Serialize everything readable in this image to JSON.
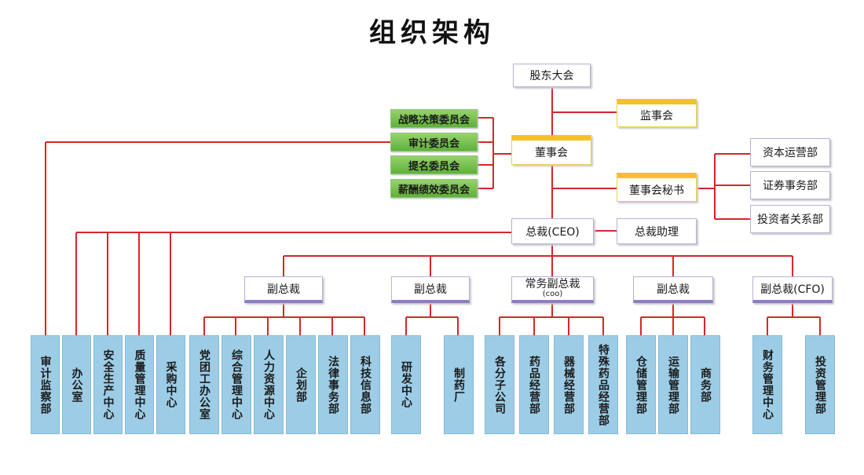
{
  "title": "组织架构",
  "top": {
    "shareholders": "股东大会",
    "supervisors": "监事会",
    "board": "董事会",
    "board_secretary": "董事会秘书",
    "ceo": "总裁(CEO)",
    "ceo_assistant": "总裁助理"
  },
  "committees": [
    "战略决策委员会",
    "审计委员会",
    "提名委员会",
    "薪酬绩效委员会"
  ],
  "secretary_depts": [
    "资本运营部",
    "证券事务部",
    "投资者关系部"
  ],
  "vps": {
    "vp1": "副总裁",
    "vp2": "副总裁",
    "coo": "常务副总裁",
    "coo_sub": "(coo)",
    "vp3": "副总裁",
    "cfo": "副总裁(CFO)"
  },
  "depts": {
    "ceo_direct": [
      "审计监察部",
      "办公室",
      "安全生产中心",
      "质量管理中心",
      "采购中心"
    ],
    "vp1": [
      "党团工办公室",
      "综合管理中心",
      "人力资源中心",
      "企划部",
      "法律事务部",
      "科技信息部"
    ],
    "vp2": [
      "研发中心",
      "制药厂"
    ],
    "coo": [
      "各分子公司",
      "药品经营部",
      "器械经营部",
      "特殊药品经营部"
    ],
    "vp3": [
      "仓储管理部",
      "运输管理部",
      "商务部"
    ],
    "cfo": [
      "财务管理中心",
      "投资管理部"
    ]
  }
}
